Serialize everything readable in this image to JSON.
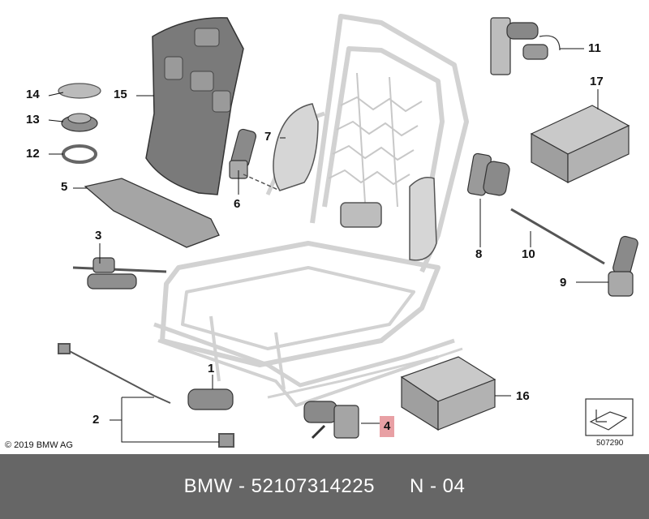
{
  "diagram": {
    "callouts": [
      "14",
      "15",
      "13",
      "12",
      "5",
      "3",
      "6",
      "7",
      "1",
      "2",
      "11",
      "17",
      "8",
      "10",
      "9",
      "16",
      "4"
    ],
    "highlighted_callout": "4",
    "copyright": "© 2019 BMW AG",
    "doc_number": "507290"
  },
  "footer": {
    "text": "BMW - 52107314225      N - 04"
  },
  "colors": {
    "highlight": "#e8a0a4",
    "footer_bg": "#666666",
    "frame_line": "#d2d2d2",
    "part_dark": "#555555"
  }
}
